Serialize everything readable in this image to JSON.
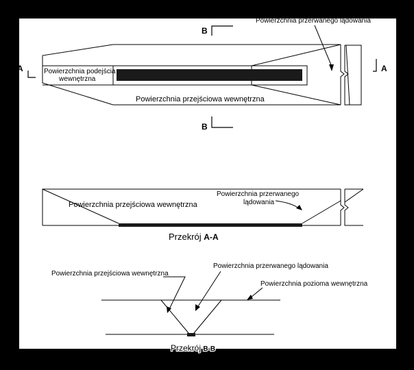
{
  "colors": {
    "frame": "#000000",
    "paper": "#ffffff",
    "ink": "#000000",
    "runway": "#1a1a1a"
  },
  "plan": {
    "marker_a_left": "A",
    "marker_a_right": "A",
    "marker_b_top": "B",
    "marker_b_bottom": "B",
    "label_balked_landing": "Powierzchnia przerwanego lądowania",
    "label_inner_approach": [
      "Powierzchnia podejścia",
      "wewnętrzna"
    ],
    "label_inner_transitional": "Powierzchnia przejściowa wewnętrzna"
  },
  "section_aa": {
    "label_inner_transitional": "Powierzchnia przejściowa wewnętrzna",
    "label_balked_landing": [
      "Powierzchnia przerwanego",
      "lądowania"
    ],
    "caption_prefix": "Przekrój ",
    "caption_suffix": "A-A"
  },
  "section_bb": {
    "label_inner_transitional": "Powierzchnia przejściowa wewnętrzna",
    "label_balked_landing": "Powierzchnia przerwanego lądowania",
    "label_inner_horizontal": "Powierzchnia pozioma wewnętrzna",
    "caption_prefix": "Przekrój ",
    "caption_suffix": "B-B"
  }
}
